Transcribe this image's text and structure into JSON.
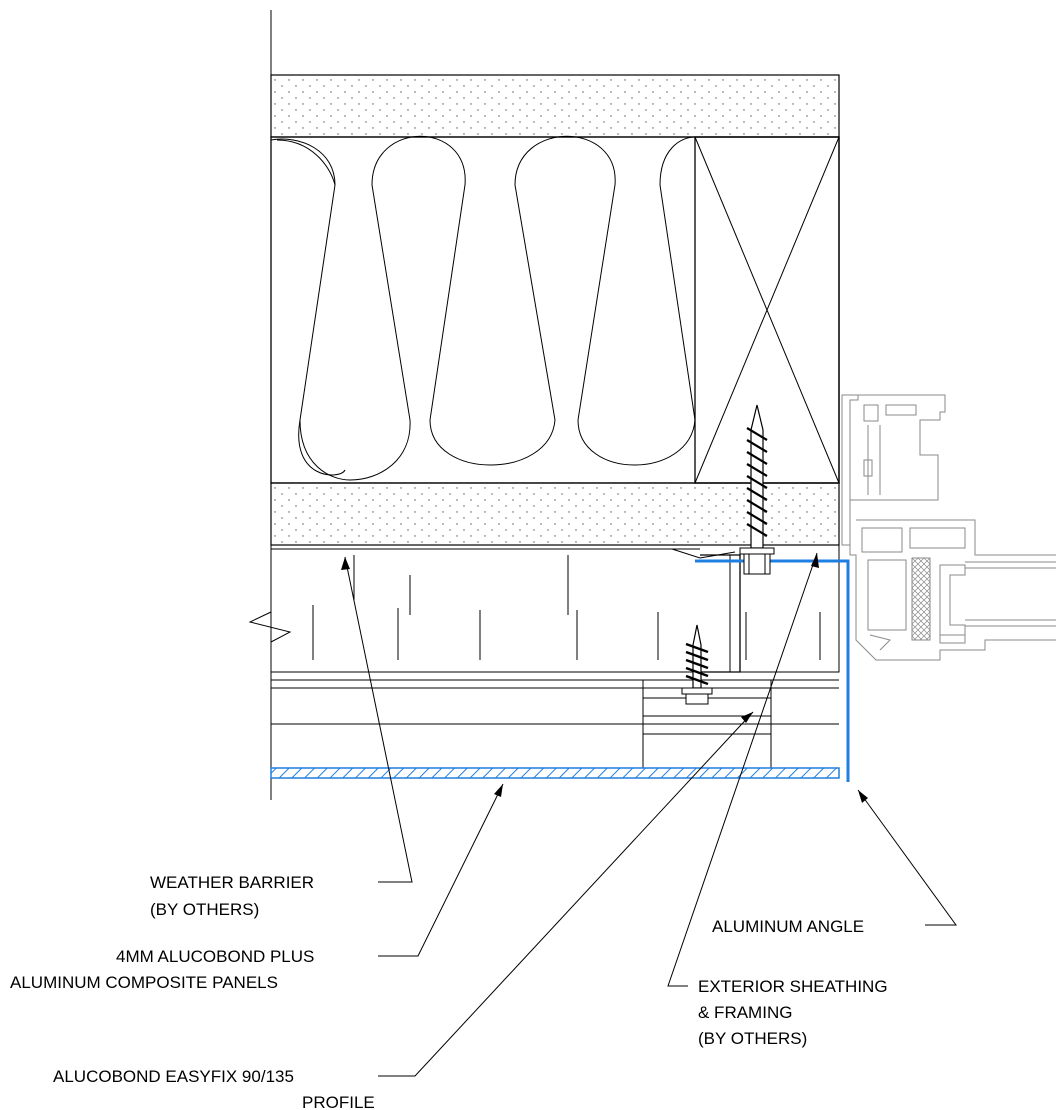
{
  "labels": {
    "weather_barrier_line1": "WEATHER BARRIER",
    "weather_barrier_line2": "(BY OTHERS)",
    "panels_line1": "4MM ALUCOBOND PLUS",
    "panels_line2": "ALUMINUM COMPOSITE PANELS",
    "profile_line1": "ALUCOBOND EASYFIX 90/135",
    "profile_line2": "PROFILE",
    "angle_line1": "ALUMINUM ANGLE",
    "sheathing_line1": "EXTERIOR SHEATHING",
    "sheathing_line2": "& FRAMING",
    "sheathing_line3": "(BY OTHERS)"
  },
  "colors": {
    "line": "#000000",
    "aluminum_angle": "#1f7fe0",
    "window_frame": "#8a8a8a",
    "background": "#ffffff"
  },
  "icons": {
    "insulation": "batt-insulation-loops",
    "stud": "cross-hatched-framing-member",
    "fastener": "self-tapping-screw",
    "break_mark": "break-line"
  }
}
